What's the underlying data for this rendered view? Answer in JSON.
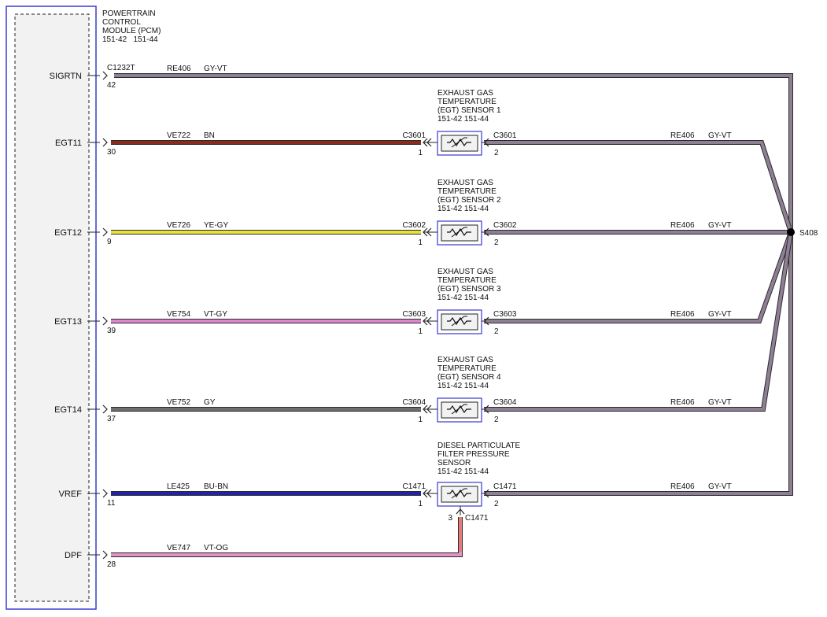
{
  "module": {
    "title_lines": [
      "POWERTRAIN",
      "CONTROL",
      "MODULE (PCM)"
    ],
    "refs": "151-42   151-44",
    "connector": "C1232T"
  },
  "pins": [
    {
      "id": "sigrtn",
      "name": "SIGRTN",
      "num": "42"
    },
    {
      "id": "egt11",
      "name": "EGT11",
      "num": "30"
    },
    {
      "id": "egt12",
      "name": "EGT12",
      "num": "9"
    },
    {
      "id": "egt13",
      "name": "EGT13",
      "num": "39"
    },
    {
      "id": "egt14",
      "name": "EGT14",
      "num": "37"
    },
    {
      "id": "vref",
      "name": "VREF",
      "num": "11"
    },
    {
      "id": "dpf",
      "name": "DPF",
      "num": "28"
    }
  ],
  "wires": [
    {
      "id": "sigrtn",
      "circuit": "RE406",
      "color_code": "GY-VT",
      "color": "#8f7f95"
    },
    {
      "id": "egt11",
      "circuit": "VE722",
      "color_code": "BN",
      "color": "#8b2a1e"
    },
    {
      "id": "egt12",
      "circuit": "VE726",
      "color_code": "YE-GY",
      "color": "#e6e23a"
    },
    {
      "id": "egt13",
      "circuit": "VE754",
      "color_code": "VT-GY",
      "color": "#dc86cf"
    },
    {
      "id": "egt14",
      "circuit": "VE752",
      "color_code": "GY",
      "color": "#6e6e6e"
    },
    {
      "id": "vref",
      "circuit": "LE425",
      "color_code": "BU-BN",
      "color": "#2222aa"
    },
    {
      "id": "dpf",
      "circuit": "VE747",
      "color_code": "VT-OG",
      "color": "#e492c8"
    }
  ],
  "sensors": [
    {
      "id": "egt1",
      "title_lines": [
        "EXHAUST GAS",
        "TEMPERATURE",
        "(EGT) SENSOR 1"
      ],
      "refs": "151-42   151-44",
      "connector": "C3601",
      "pin_left": "1",
      "pin_right": "2",
      "return_circuit": "RE406",
      "return_color_code": "GY-VT"
    },
    {
      "id": "egt2",
      "title_lines": [
        "EXHAUST GAS",
        "TEMPERATURE",
        "(EGT) SENSOR 2"
      ],
      "refs": "151-42   151-44",
      "connector": "C3602",
      "pin_left": "1",
      "pin_right": "2",
      "return_circuit": "RE406",
      "return_color_code": "GY-VT"
    },
    {
      "id": "egt3",
      "title_lines": [
        "EXHAUST GAS",
        "TEMPERATURE",
        "(EGT) SENSOR 3"
      ],
      "refs": "151-42   151-44",
      "connector": "C3603",
      "pin_left": "1",
      "pin_right": "2",
      "return_circuit": "RE406",
      "return_color_code": "GY-VT"
    },
    {
      "id": "egt4",
      "title_lines": [
        "EXHAUST GAS",
        "TEMPERATURE",
        "(EGT) SENSOR 4"
      ],
      "refs": "151-42   151-44",
      "connector": "C3604",
      "pin_left": "1",
      "pin_right": "2",
      "return_circuit": "RE406",
      "return_color_code": "GY-VT"
    },
    {
      "id": "dpfs",
      "title_lines": [
        "DIESEL PARTICULATE",
        "FILTER PRESSURE",
        "SENSOR"
      ],
      "refs": "151-42   151-44",
      "connector": "C1471",
      "pin_left": "1",
      "pin_right": "2",
      "pin_bottom": "3",
      "bottom_connector": "C1471",
      "return_circuit": "RE406",
      "return_color_code": "GY-VT"
    }
  ],
  "splice": {
    "label": "S408"
  },
  "colors": {
    "return_wire": "#8f7f95",
    "outline": "#2b2b2b",
    "module_border": "#3a3ad0",
    "module_fill": "#f2f2f2",
    "splice_dot": "#000000",
    "dpf_stub": "#e57a7a"
  }
}
